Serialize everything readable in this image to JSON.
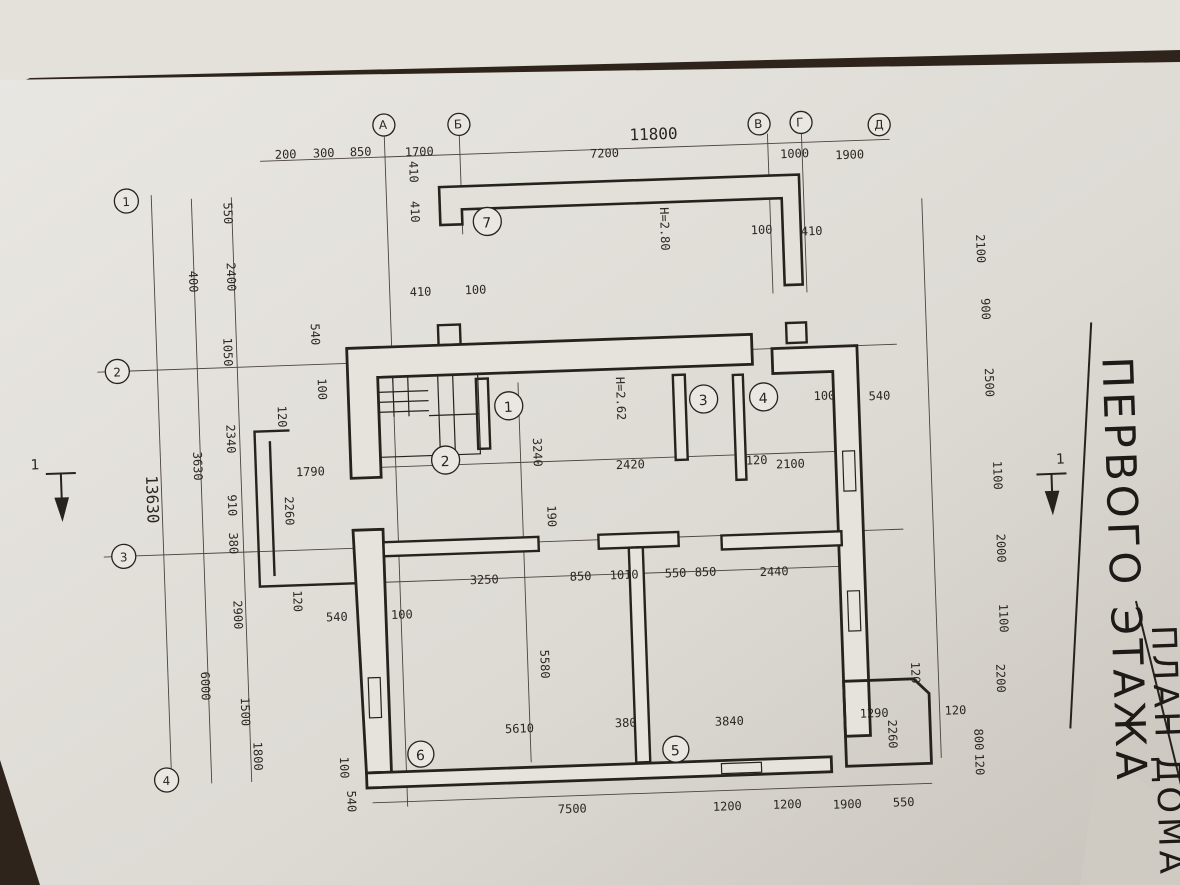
{
  "title": {
    "line1": "ПЕРВОГО ЭТАЖА",
    "line2_fragment": "ПЛАН ДОМА"
  },
  "axes_letters": [
    "А",
    "Б",
    "В",
    "Г",
    "Д"
  ],
  "axes_numbers": [
    "1",
    "2",
    "3",
    "4"
  ],
  "overall": {
    "width": "11800",
    "length": "13630"
  },
  "top_dims": [
    "200",
    "300",
    "850",
    "1700",
    "7200",
    "1000",
    "1900"
  ],
  "bottom_dims": [
    "7500",
    "1200",
    "1200",
    "1900",
    "550"
  ],
  "left_dims": [
    "550",
    "2400",
    "400",
    "1050",
    "3630",
    "2340",
    "910",
    "380",
    "2900",
    "6000",
    "1500",
    "1800",
    "540",
    "100"
  ],
  "right_dims": [
    "2100",
    "900",
    "2500",
    "1100",
    "2000",
    "1100",
    "2200",
    "800",
    "120"
  ],
  "inner_dims": {
    "terrace_410a": "410",
    "terrace_410b": "410",
    "terrace_410c": "410",
    "terrace_100": "100",
    "porch_410": "410",
    "porch_100": "100",
    "wall_540_top": "540",
    "wall_100_top": "100",
    "bay_120a": "120",
    "bay_1790": "1790",
    "bay_2260": "2260",
    "bay_120b": "120",
    "hall_3240": "3240",
    "hall_2420": "2420",
    "hall_2100": "2100",
    "hall_120": "120",
    "right_100": "100",
    "right_540": "540",
    "d190": "190",
    "d3250": "3250",
    "d850a": "850",
    "d1010": "1010",
    "d550": "550",
    "d850b": "850",
    "d2440": "2440",
    "wall_540_left": "540",
    "wall_100_left": "100",
    "d5580": "5580",
    "d5610": "5610",
    "d380": "380",
    "d3840": "3840",
    "d1290": "1290",
    "d2260_right": "2260",
    "d120_r1": "120",
    "d120_r2": "120",
    "d100_bottom": "100",
    "d540_bottom": "540"
  },
  "heights": {
    "terrace": "H=2.80",
    "hall": "H=2.62"
  },
  "rooms": [
    "1",
    "2",
    "3",
    "4",
    "5",
    "6",
    "7"
  ],
  "section_marks": [
    "1",
    "1"
  ]
}
